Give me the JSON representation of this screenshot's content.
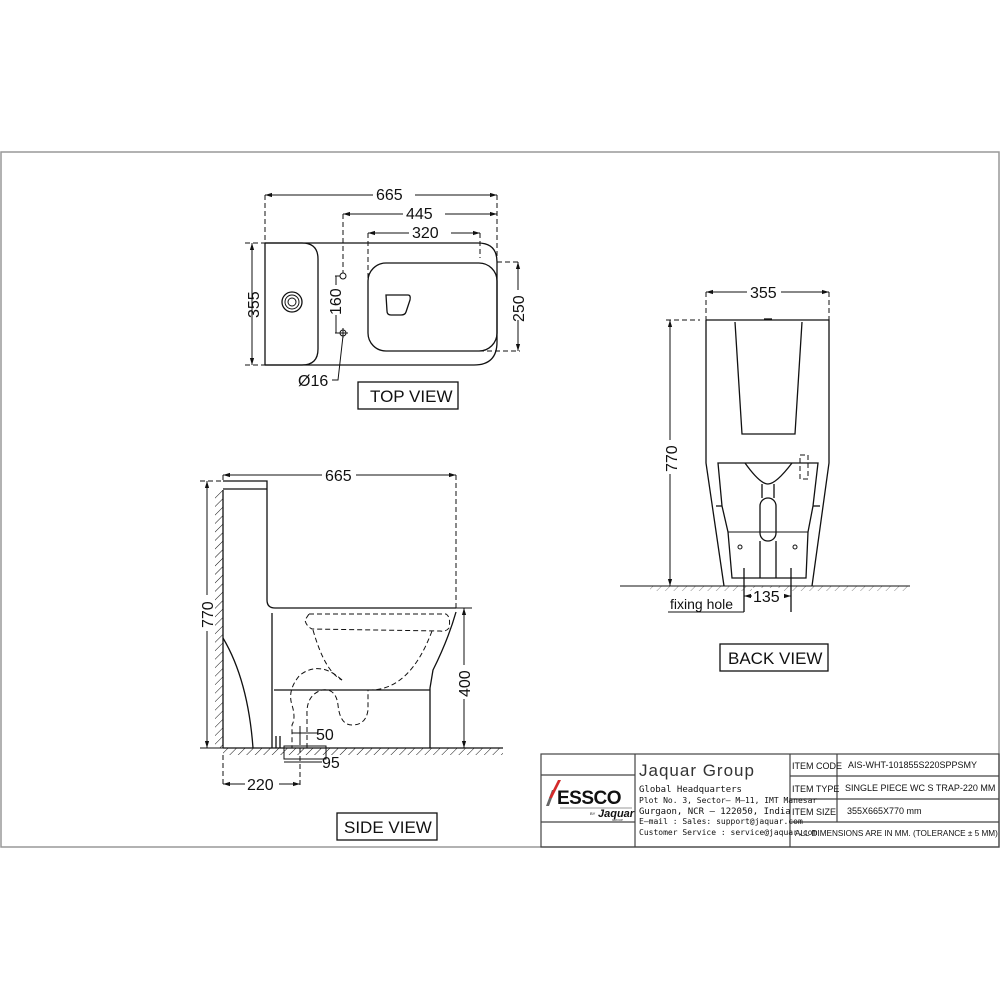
{
  "drawing": {
    "views": {
      "top": {
        "label": "TOP VIEW",
        "dims": {
          "length": "665",
          "d445": "445",
          "d320": "320",
          "width": "355",
          "d160": "160",
          "d250": "250",
          "hole": "Ø16"
        }
      },
      "side": {
        "label": "SIDE VIEW",
        "dims": {
          "length": "665",
          "height": "770",
          "seat_height": "400",
          "d50": "50",
          "d95": "95",
          "d220": "220"
        }
      },
      "back": {
        "label": "BACK VIEW",
        "dims": {
          "width": "355",
          "height": "770",
          "fixing": "135",
          "fixing_label": "fixing hole"
        }
      }
    }
  },
  "title_block": {
    "logo": {
      "brand": "ESSCO",
      "by": "BY",
      "sub": "Jaquar",
      "sub_small": "GROUP"
    },
    "company": {
      "name": "Jaquar Group",
      "lines": [
        "Global Headquarters",
        "Plot No. 3, Sector— M—11, IMT Manesar",
        "Gurgaon, NCR — 122050, India",
        "E—mail : Sales: support@jaquar.com",
        "Customer Service : service@jaquar.com"
      ]
    },
    "fields": [
      {
        "label": "ITEM CODE",
        "value": "AIS-WHT-101855S220SPPSMY"
      },
      {
        "label": "ITEM TYPE",
        "value": "SINGLE PIECE WC S TRAP-220 MM"
      },
      {
        "label": "ITEM SIZE",
        "value": "355X665X770 mm"
      }
    ],
    "note": "ALL DIMENSIONS ARE IN MM. (TOLERANCE ± 5 MM)"
  },
  "colors": {
    "logo_red": "#d42a2a",
    "logo_gray": "#666666",
    "line": "#111111",
    "frame": "#999999"
  }
}
